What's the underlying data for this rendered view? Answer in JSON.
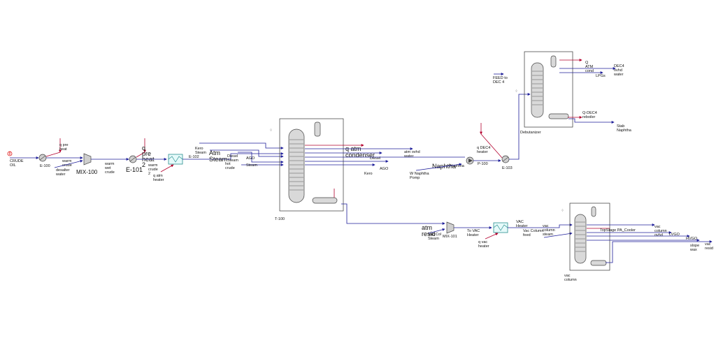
{
  "labels": {
    "crude_oil": [
      "CRUDE",
      "OIL"
    ],
    "e100": "E-100",
    "q_pre_heat": [
      "q pre",
      "heat"
    ],
    "warm_crude": [
      "warm",
      "crude"
    ],
    "desalter_water": [
      "desalter",
      "water"
    ],
    "mix100": "MIX-100",
    "warm_wet_crude": [
      "warm",
      "wet",
      "crude"
    ],
    "q_pre_heat_2": [
      "q",
      "pre",
      "heat",
      "2"
    ],
    "e101": "E-101",
    "warm_crude_2": [
      "warm",
      "crude",
      "2"
    ],
    "q_atm_heater": [
      "q atm",
      "heater"
    ],
    "e102": "E-102",
    "kero_steam": [
      "Kero",
      "Steam"
    ],
    "atm_steam": [
      "Atm",
      "Steam"
    ],
    "diesel_steam": [
      "Diesel",
      "Steam"
    ],
    "hot_crude": [
      "hot",
      "crude"
    ],
    "ago_steam": [
      "AGO",
      "Steam"
    ],
    "t100": "T-100",
    "q_atm_condenser": [
      "q atm",
      "condenser"
    ],
    "atm_ovhd_water": [
      "atm ovhd",
      "water"
    ],
    "diesel": "Diesel",
    "ago": "AGO",
    "kero": "Kero",
    "naphtha": "Naphtha",
    "w_naphtha_pomp": [
      "W Naphtha",
      "Pomp"
    ],
    "naphtha_small": "Naphtha",
    "q_dec4_heater": [
      "q DEC4",
      "heater"
    ],
    "p100": "P-100",
    "e103": "E-103",
    "feed_to_dec4": [
      "FEED to",
      "DEC 4"
    ],
    "debutanizer": "Debutanizer",
    "q_atm_cond": [
      "Q",
      "ATM",
      "cond"
    ],
    "lpgs": "LPGs",
    "dec4_ovhd_water": [
      "DEC4",
      "ovhd",
      "water"
    ],
    "q_dec4_reboiler": [
      "Q-DEC4",
      "reboiler"
    ],
    "stab_naphtha": [
      "Stab",
      "Naphtha"
    ],
    "atm_resid": [
      "atm",
      "resid"
    ],
    "vac_col_steam": [
      "Vac Col",
      "Steam"
    ],
    "mix101": "MIX-101",
    "to_vac_heater": [
      "To VAC",
      "Heater"
    ],
    "q_vac_heater": [
      "q vac",
      "heater"
    ],
    "vac_heater": [
      "VAC",
      "Heater"
    ],
    "vac_column_feed": [
      "Vac Column",
      "feed"
    ],
    "vac_column_steam": [
      "vac",
      "column",
      "steam"
    ],
    "vac_column": [
      "vac",
      "column"
    ],
    "top_stage_cooler": "TopStage PA_Cooler",
    "vac_column_ovhd": [
      "vac",
      "column",
      "ovhd"
    ],
    "lvgo": "LVGO",
    "hvgo": "HVGO",
    "slope_wax": [
      "slope",
      "wax"
    ],
    "vac_resid": [
      "vac",
      "resid"
    ]
  },
  "colors": {
    "material_stream": "#1f1f9a",
    "energy_stream": "#b3002d",
    "exchanger": "#2a8f8f",
    "feed_marker": "#d11"
  }
}
